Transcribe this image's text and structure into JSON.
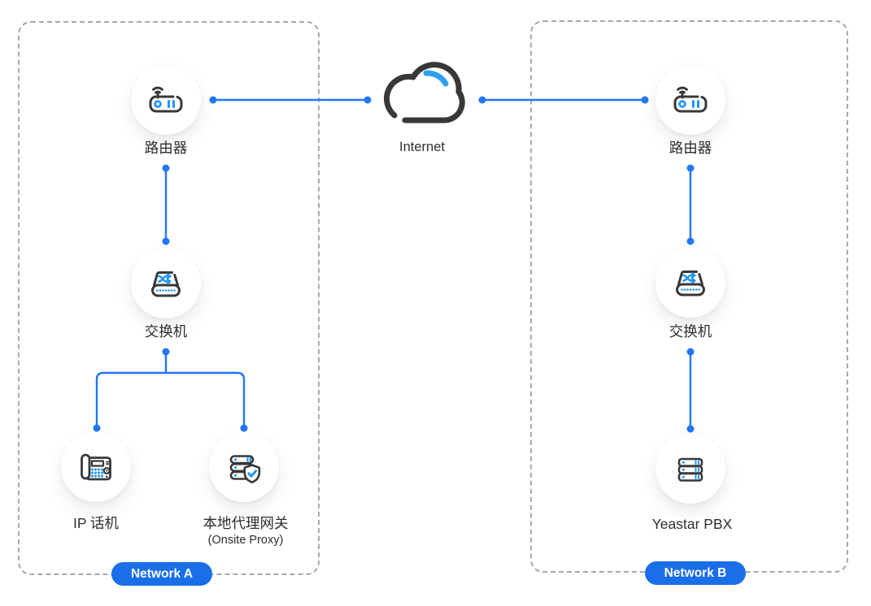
{
  "title": "Yeastar PBX remote network topology",
  "internet": {
    "label": "Internet"
  },
  "network_a": {
    "badge": "Network A",
    "nodes": {
      "router": {
        "label": "路由器"
      },
      "switch": {
        "label": "交换机"
      },
      "ip_phone": {
        "label": "IP 话机"
      },
      "proxy": {
        "label": "本地代理网关",
        "sublabel": "(Onsite Proxy)"
      }
    }
  },
  "network_b": {
    "badge": "Network B",
    "nodes": {
      "router": {
        "label": "路由器"
      },
      "switch": {
        "label": "交换机"
      },
      "pbx": {
        "label": "Yeastar PBX"
      }
    }
  },
  "icons": {
    "internet": "cloud-icon",
    "router": "wifi-router-icon",
    "switch": "network-switch-icon",
    "ip_phone": "ip-phone-icon",
    "proxy": "server-shield-icon",
    "pbx": "server-rack-icon"
  },
  "colors": {
    "accent-blue": "#2277F2",
    "badge-blue": "#1A6EE8",
    "icon-blue": "#2196F3",
    "cloud-accent": "#2E9FF3",
    "icon-dark": "#383838",
    "border-gray": "#A5A9AD",
    "label-dark": "#2E2E2E"
  }
}
